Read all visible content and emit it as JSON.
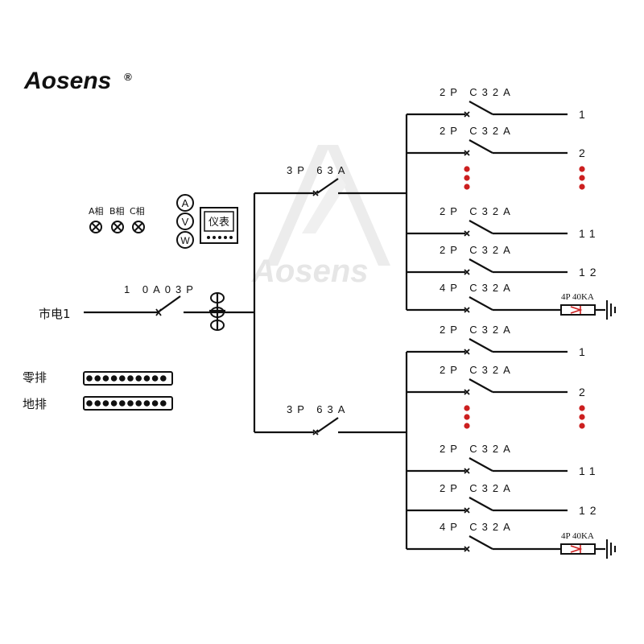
{
  "brand": {
    "name": "Aosens",
    "reg_mark": "®"
  },
  "watermark": {
    "text": "Aosens"
  },
  "input": {
    "label": "市电1",
    "breaker_label": "1 0A03P"
  },
  "meter": {
    "label": "仪表",
    "gauges": [
      "A",
      "V",
      "W"
    ]
  },
  "phase_lamps": [
    "A相",
    "B相",
    "C相"
  ],
  "busbars": {
    "neutral": "零排",
    "ground": "地排"
  },
  "groups": [
    {
      "main_breaker": "3P  63A",
      "branches": [
        {
          "breaker": "2P  C32A",
          "circuit": "1"
        },
        {
          "breaker": "2P  C32A",
          "circuit": "2"
        },
        {
          "breaker": "2P  C32A",
          "circuit": "11"
        },
        {
          "breaker": "2P  C32A",
          "circuit": "12"
        },
        {
          "breaker": "4P  C32A"
        }
      ],
      "spd": "4P 40KA"
    },
    {
      "main_breaker": "3P  63A",
      "branches": [
        {
          "breaker": "2P  C32A",
          "circuit": "1"
        },
        {
          "breaker": "2P  C32A",
          "circuit": "2"
        },
        {
          "breaker": "2P  C32A",
          "circuit": "11"
        },
        {
          "breaker": "2P  C32A",
          "circuit": "12"
        },
        {
          "breaker": "4P  C32A"
        }
      ],
      "spd": "4P 40KA"
    }
  ],
  "colors": {
    "line": "#111111",
    "ellipsis_dot": "#cc1f1f",
    "spd_mark": "#cc1f1f",
    "watermark": "#e6e6e6"
  }
}
